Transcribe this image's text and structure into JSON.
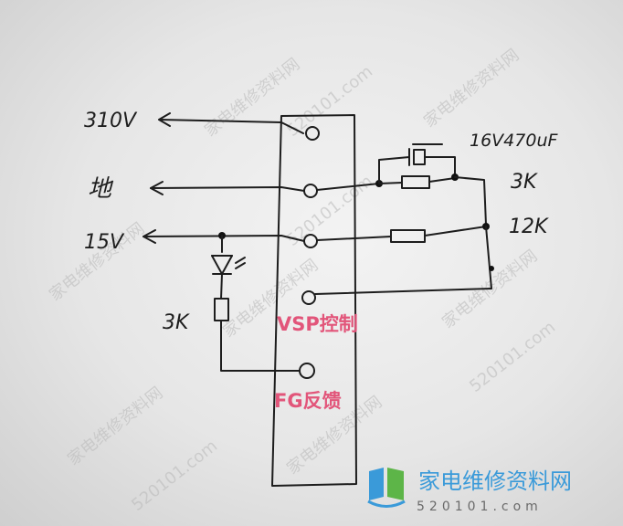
{
  "labels": {
    "v310": "310V",
    "ground": "地",
    "v15": "15V",
    "cap": "16V470uF",
    "r3k_top": "3K",
    "r12k": "12K",
    "r3k_led": "3K",
    "vsp": "VSP控制",
    "fg": "FG反馈"
  },
  "watermark": {
    "brand_cn": "家电维修资料网",
    "brand_url": "520101.com",
    "diag_cn": "家电维修资料网",
    "diag_url": "520101.com"
  },
  "colors": {
    "ink": "#1d1d1d",
    "pink_label": "#e2557a",
    "logo_blue": "#3a9ad9",
    "logo_green": "#5db548"
  }
}
